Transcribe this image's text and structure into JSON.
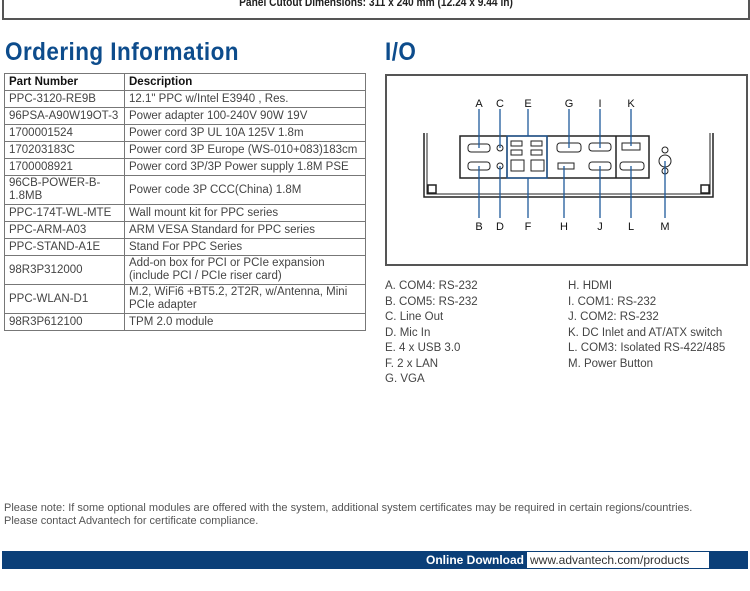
{
  "top_box": {
    "text": "Panel Cutout Dimensions: 311 x 240 mm (12.24 x 9.44 in)"
  },
  "ordering": {
    "title": "Ordering Information",
    "headers": [
      "Part Number",
      "Description"
    ],
    "rows": [
      [
        "PPC-3120-RE9B",
        "12.1\" PPC w/Intel  E3940 , Res."
      ],
      [
        "96PSA-A90W19OT-3",
        "Power adapter 100-240V 90W 19V"
      ],
      [
        "1700001524",
        "Power cord 3P UL 10A 125V 1.8m"
      ],
      [
        "170203183C",
        "Power cord 3P Europe (WS-010+083)183cm"
      ],
      [
        "1700008921",
        "Power cord 3P/3P Power supply 1.8M PSE"
      ],
      [
        "96CB-POWER-B-1.8MB",
        "Power code 3P CCC(China) 1.8M"
      ],
      [
        "PPC-174T-WL-MTE",
        "Wall mount kit for PPC series"
      ],
      [
        "PPC-ARM-A03",
        "ARM VESA Standard for PPC series"
      ],
      [
        "PPC-STAND-A1E",
        "Stand For PPC Series"
      ],
      [
        "98R3P312000",
        "Add-on box for PCI or PCIe expansion (include PCI / PCIe riser card)"
      ],
      [
        "PPC-WLAN-D1",
        "M.2, WiFi6 +BT5.2, 2T2R, w/Antenna, Mini PCIe adapter"
      ],
      [
        "98R3P612100",
        "TPM 2.0 module"
      ]
    ]
  },
  "io": {
    "title": "I/O",
    "diagram_labels": {
      "A": "A",
      "B": "B",
      "C": "C",
      "D": "D",
      "E": "E",
      "F": "F",
      "G": "G",
      "H": "H",
      "I": "I",
      "J": "J",
      "K": "K",
      "L": "L",
      "M": "M"
    },
    "legend_left": [
      "A. COM4: RS-232",
      "B. COM5: RS-232",
      "C. Line Out",
      "D. Mic In",
      "E. 4 x USB 3.0",
      "F. 2 x LAN",
      "G. VGA"
    ],
    "legend_right": [
      "H. HDMI",
      "I. COM1: RS-232",
      "J. COM2: RS-232",
      "K. DC Inlet and AT/ATX switch",
      "L. COM3: Isolated RS-422/485",
      "M. Power Button"
    ]
  },
  "note": {
    "line1": "Please note: If some optional modules are offered with the system, additional system certificates may be required in certain regions/countries.",
    "line2": "Please contact Advantech for certificate compliance."
  },
  "footer": {
    "label": "Online Download",
    "url": "www.advantech.com/products"
  },
  "colors": {
    "heading": "#0d4c8c",
    "bar": "#0b3f78",
    "highlight": "#1e5a9c"
  }
}
